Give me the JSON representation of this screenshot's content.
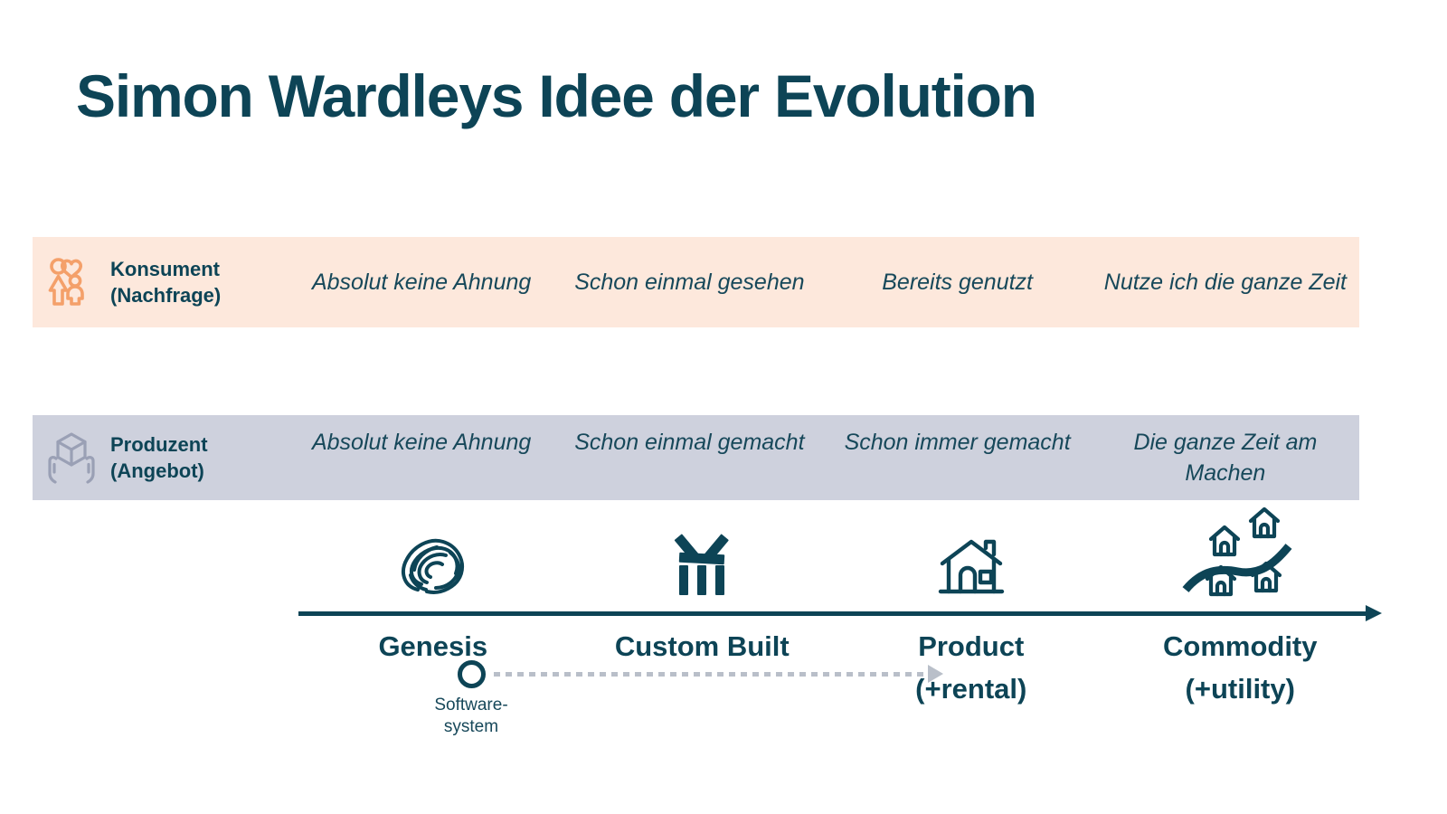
{
  "title": "Simon Wardleys Idee der Evolution",
  "colors": {
    "ink": "#0d4456",
    "consumer_band": "#fde8dc",
    "producer_band": "#ced1dd",
    "consumer_icon": "#f4a06a",
    "producer_icon": "#9aa0b5",
    "dotted_arrow": "#b9bfc9",
    "background": "#ffffff"
  },
  "consumer_row": {
    "icon": "people-heart-icon",
    "label_line1": "Konsument",
    "label_line2": "(Nachfrage)",
    "cells": [
      "Absolut keine Ahnung",
      "Schon einmal gesehen",
      "Bereits genutzt",
      "Nutze ich die ganze Zeit"
    ]
  },
  "producer_row": {
    "icon": "cube-in-hands-icon",
    "label_line1": "Produzent",
    "label_line2": "(Angebot)",
    "cells": [
      "Absolut keine Ahnung",
      "Schon einmal gemacht",
      "Schon immer gemacht",
      "Die ganze Zeit am Machen"
    ]
  },
  "marker": {
    "icon": "ring-marker-icon",
    "caption_line1": "Software-",
    "caption_line2": "system",
    "arrow_icon": "dotted-arrow-right-icon"
  },
  "evolution_axis": {
    "arrow_icon": "axis-arrow-right-icon",
    "stages": [
      {
        "icon": "scribble-blob-icon",
        "label_line1": "Genesis",
        "label_line2": ""
      },
      {
        "icon": "roof-pillars-icon",
        "label_line1": "Custom Built",
        "label_line2": ""
      },
      {
        "icon": "house-icon",
        "label_line1": "Product",
        "label_line2": "(+rental)"
      },
      {
        "icon": "houses-road-icon",
        "label_line1": "Commodity",
        "label_line2": "(+utility)"
      }
    ]
  }
}
